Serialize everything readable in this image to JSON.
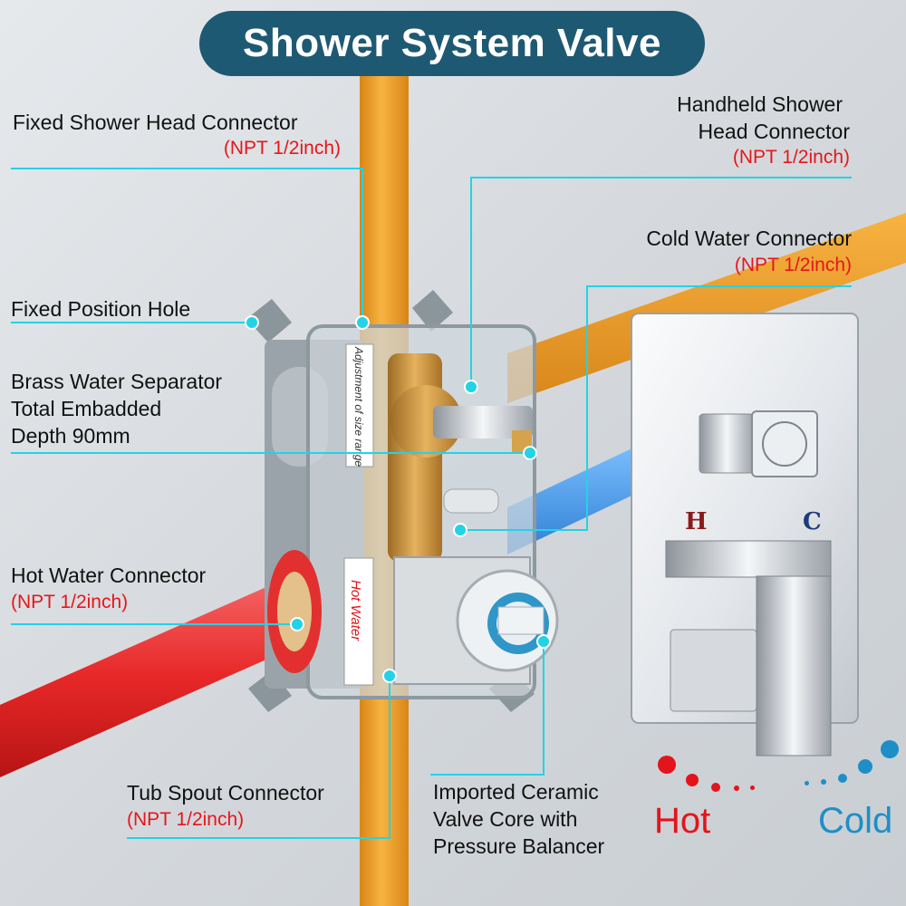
{
  "title": "Shower System Valve",
  "callouts": {
    "fixed_head": {
      "label": "Fixed Shower Head Connector",
      "spec": "(NPT 1/2inch)"
    },
    "handheld": {
      "label_line1": "Handheld Shower",
      "label_line2": "Head Connector",
      "spec": "(NPT 1/2inch)"
    },
    "cold_water": {
      "label": "Cold Water Connector",
      "spec": "(NPT 1/2inch)"
    },
    "fixed_hole": {
      "label": "Fixed Position Hole"
    },
    "brass": {
      "line1": "Brass Water Separator",
      "line2": "Total Embadded",
      "line3": "Depth 90mm"
    },
    "hot_water": {
      "label": "Hot Water Connector",
      "spec": "(NPT 1/2inch)"
    },
    "tub_spout": {
      "label": "Tub Spout Connector",
      "spec": "(NPT 1/2inch)"
    },
    "ceramic": {
      "line1": "Imported Ceramic",
      "line2": "Valve Core with",
      "line3": "Pressure Balancer"
    }
  },
  "product_marks": {
    "box_side_text": "Adjustment of size range",
    "hot_water_tag": "Hot Water",
    "plate_hot_letter": "H",
    "plate_cold_letter": "C"
  },
  "legend": {
    "hot": "Hot",
    "cold": "Cold"
  },
  "colors": {
    "title_bg": "#1e5973",
    "callout_line": "#22d3e6",
    "spec_text": "#e6161b",
    "hot": "#e3141b",
    "cold": "#1e8fc6",
    "pipe_supply": "#f2a12c",
    "pipe_hot": "#ef3b3b",
    "pipe_cold": "#3a8fe0"
  }
}
